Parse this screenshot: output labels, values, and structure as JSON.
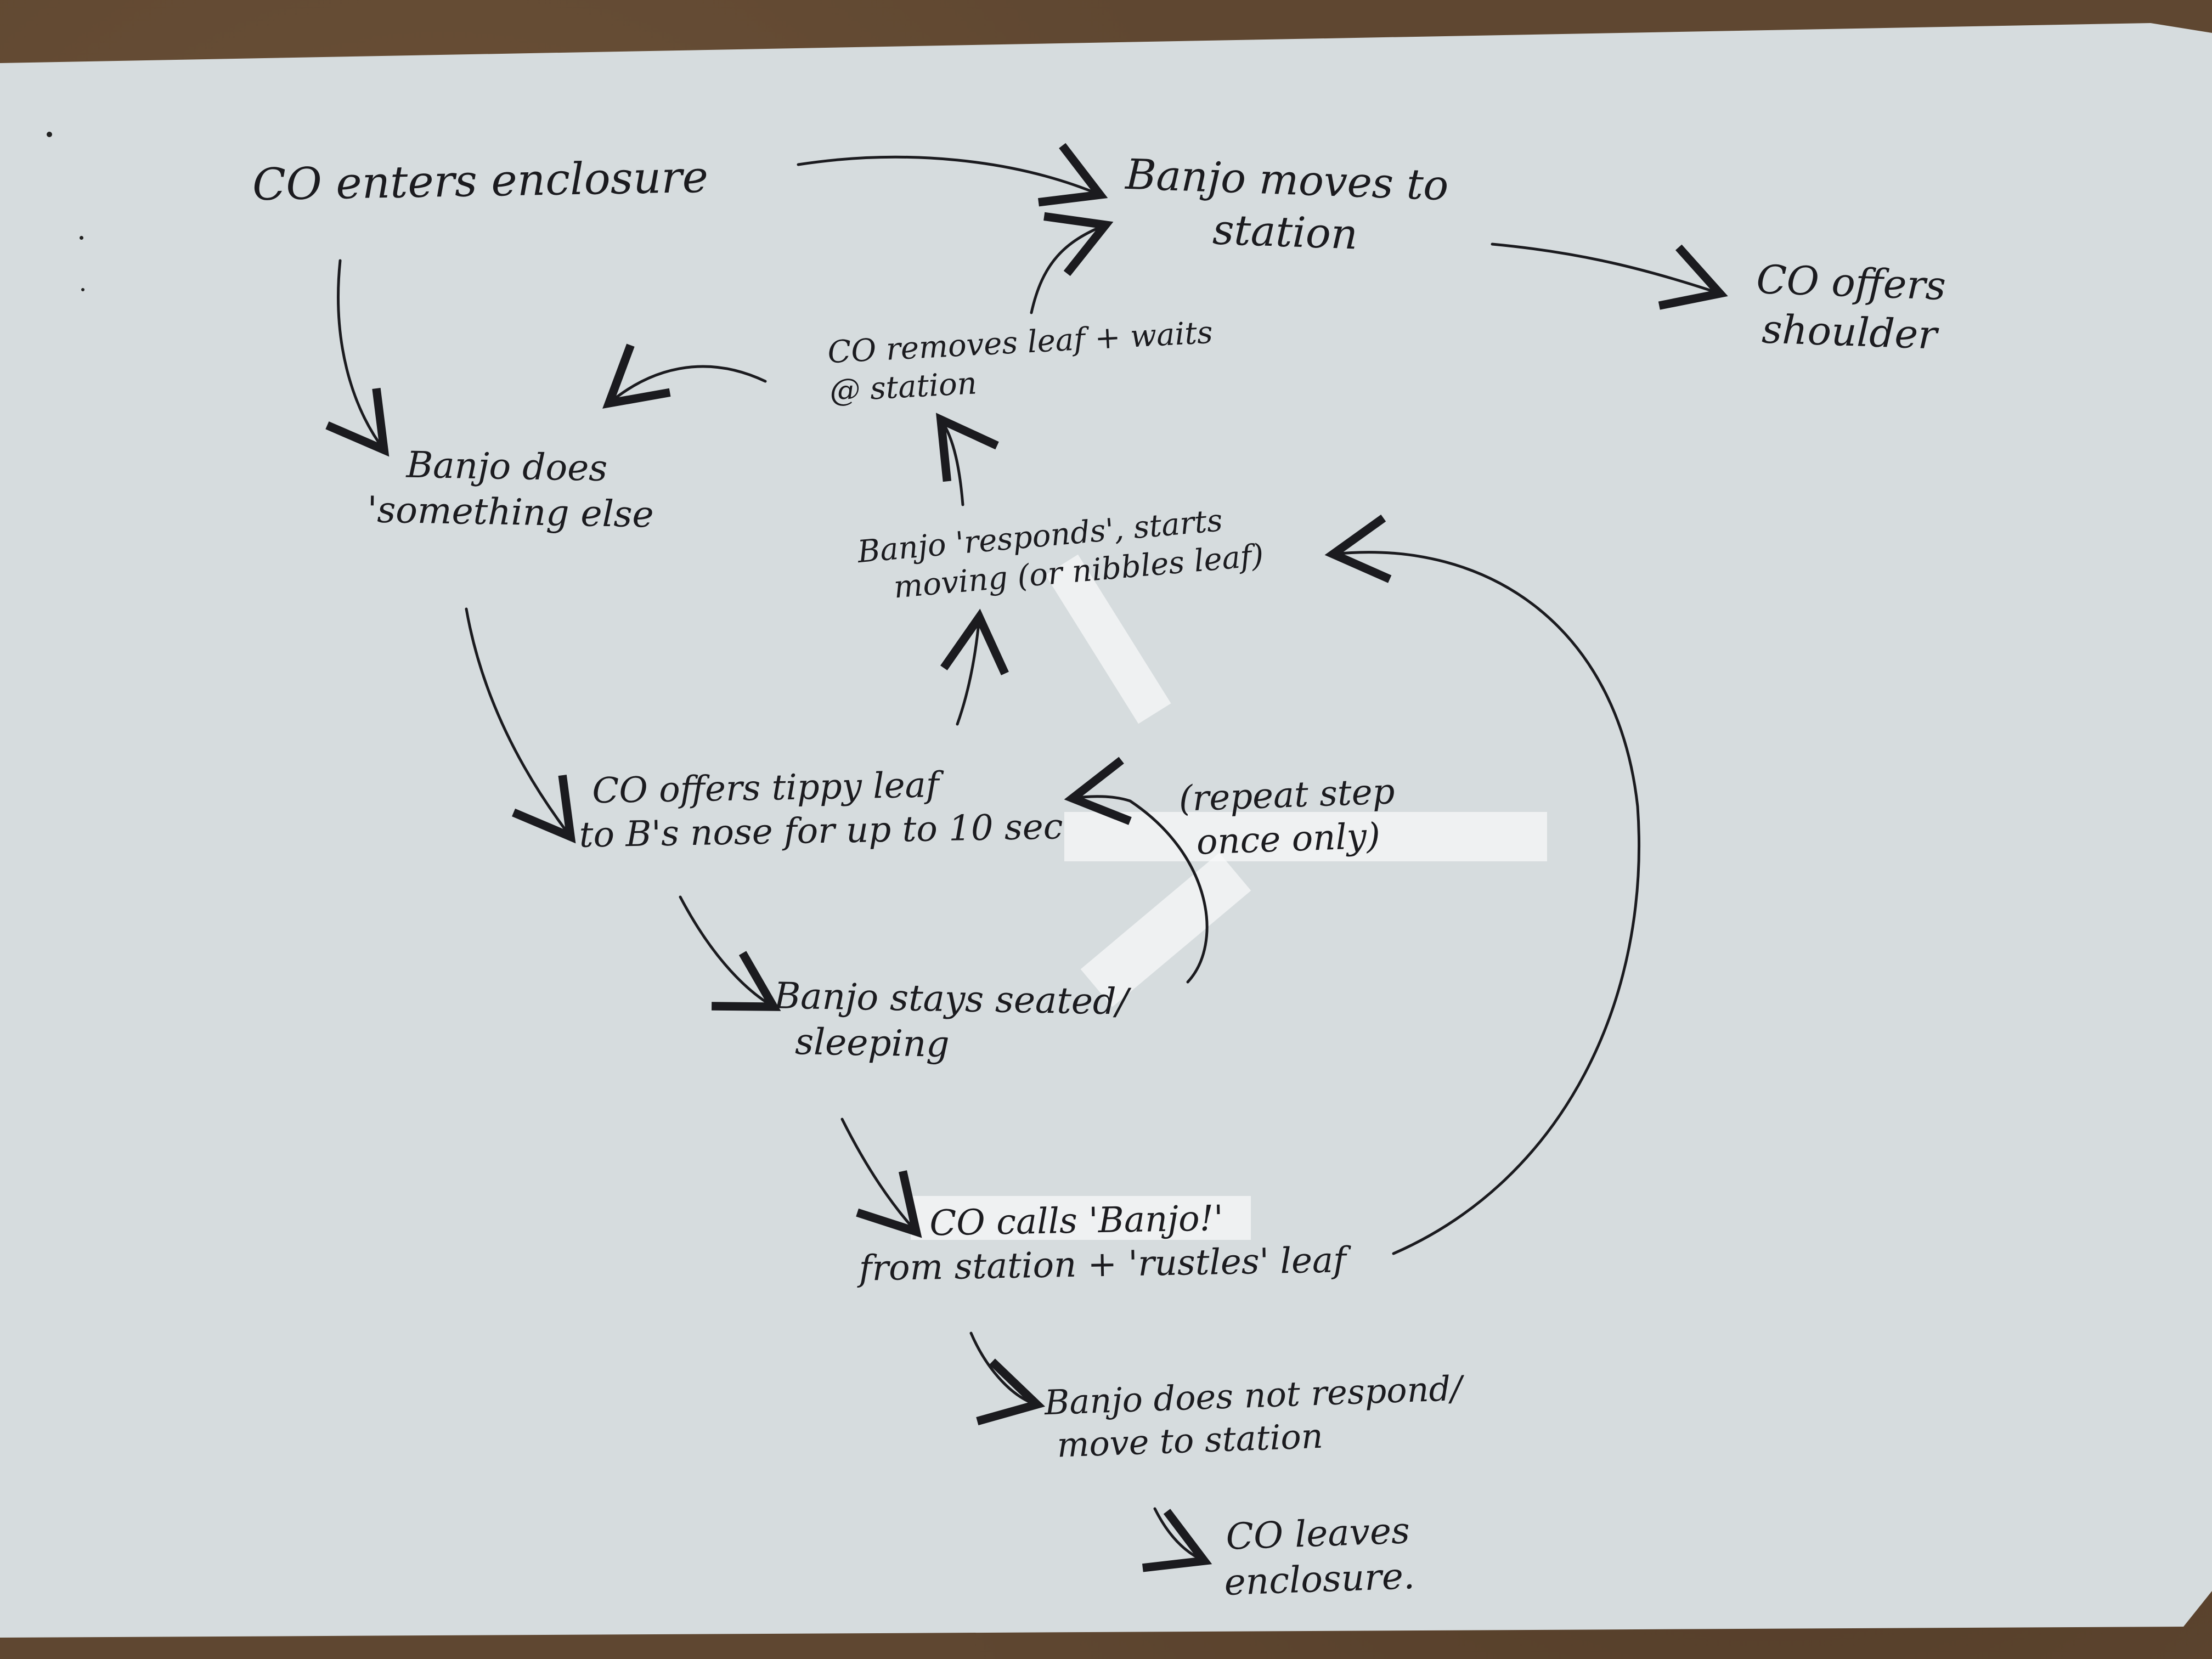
{
  "nodes": {
    "co_enters": {
      "line1": "CO  enters enclosure"
    },
    "banjo_moves": {
      "line1": "Banjo  moves to",
      "line2": "station"
    },
    "co_offers_shoulder": {
      "line1": "CO  offers",
      "line2": "shoulder"
    },
    "co_removes_leaf": {
      "line1": "CO removes leaf + waits",
      "line2": "@ station"
    },
    "banjo_something_else": {
      "line1": "Banjo does",
      "line2": "'something else"
    },
    "banjo_responds": {
      "line1": "Banjo 'responds', starts",
      "line2": "moving (or nibbles leaf)"
    },
    "co_offers_leaf": {
      "line1": "CO  offers  tippy leaf",
      "line2": "to B's nose for up to 10 sec"
    },
    "repeat_note": {
      "line1": "(repeat step",
      "line2": "once only)"
    },
    "banjo_stays": {
      "line1": "Banjo  stays  seated/",
      "line2": "sleeping"
    },
    "co_calls": {
      "line1": "CO calls 'Banjo!'",
      "line2": "from station + 'rustles' leaf"
    },
    "banjo_not_respond": {
      "line1": "Banjo does not respond/",
      "line2": "move to station"
    },
    "co_leaves": {
      "line1": "CO leaves",
      "line2": "enclosure."
    }
  },
  "colors": {
    "ink": "#1b1b1f",
    "paper": "#d8dde0",
    "desk": "#5f4731"
  }
}
